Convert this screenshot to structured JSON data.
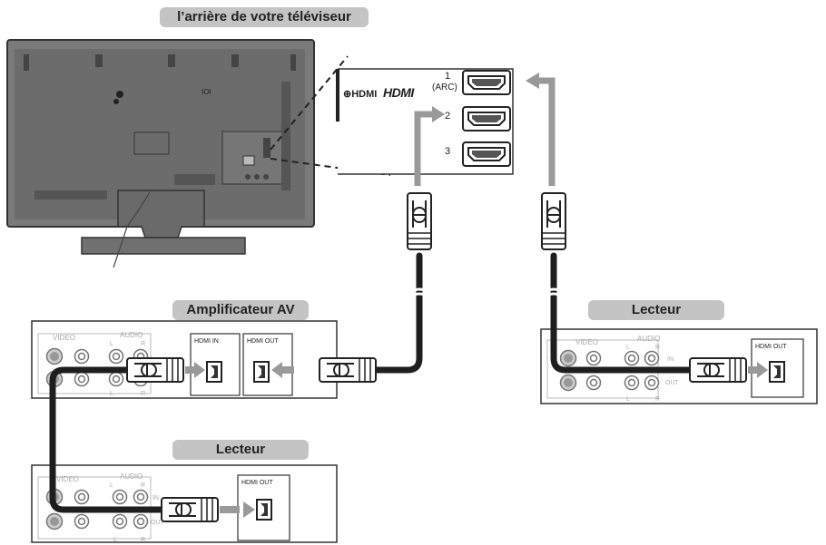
{
  "labels": {
    "tv_back_title": "l’arrière de votre téléviseur",
    "amp_title": "Amplificateur AV",
    "player_right_title": "Lecteur",
    "player_bottom_title": "Lecteur"
  },
  "hdmi_panel": {
    "port_symbol": "⊕HDMI",
    "logo": "HDMI",
    "ports": [
      {
        "number": "1",
        "note": "(ARC)"
      },
      {
        "number": "2",
        "note": ""
      },
      {
        "number": "3",
        "note": ""
      }
    ]
  },
  "device_labels": {
    "video": "VIDEO",
    "audio": "AUDIO",
    "l": "L",
    "r": "R",
    "in": "IN",
    "out": "OUT",
    "hdmi_in": "HDMI IN",
    "hdmi_out": "HDMI OUT"
  },
  "colors": {
    "cable": "#1e1e1e",
    "arrow": "#999999",
    "tv_body": "#7a7a7a",
    "pill": "#c4c4c4"
  }
}
